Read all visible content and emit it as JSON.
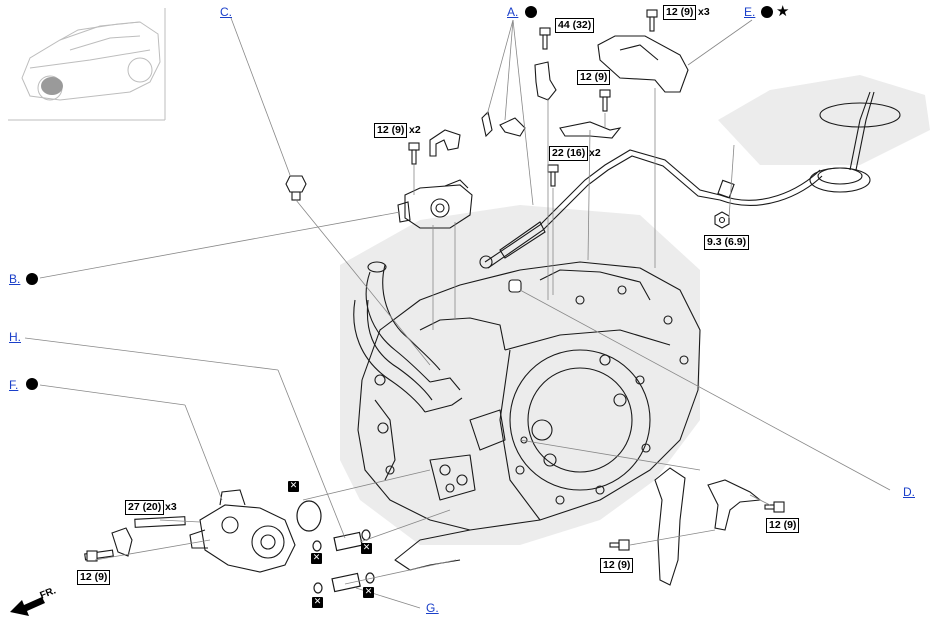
{
  "callouts": {
    "a": "A.",
    "b": "B.",
    "c": "C.",
    "d": "D.",
    "e": "E.",
    "f": "F.",
    "g": "G.",
    "h": "H."
  },
  "torques": {
    "t_44_32": "44 (32)",
    "t_12_9_top_right": "12 (9)",
    "t_12_9_upper_mid": "12 (9)",
    "t_12_9_upper_left": "12 (9)",
    "t_22_16": "22 (16)",
    "t_9_3": "9.3 (6.9)",
    "t_27_20": "27 (20)",
    "t_12_9_lower_left": "12 (9)",
    "t_12_9_lower_mid": "12 (9)",
    "t_12_9_lower_right": "12 (9)"
  },
  "quantities": {
    "x3_top": "x3",
    "x2_upper_left": "x2",
    "x2_mid": "x2",
    "x3_left": "x3"
  },
  "direction_label": "FR.",
  "symbols": {
    "dot": "filled-circle",
    "star": "★",
    "non_reusable": "✕"
  },
  "colors": {
    "link": "#1a3fc9",
    "line": "#000000",
    "shading": "#e3e3e3"
  }
}
